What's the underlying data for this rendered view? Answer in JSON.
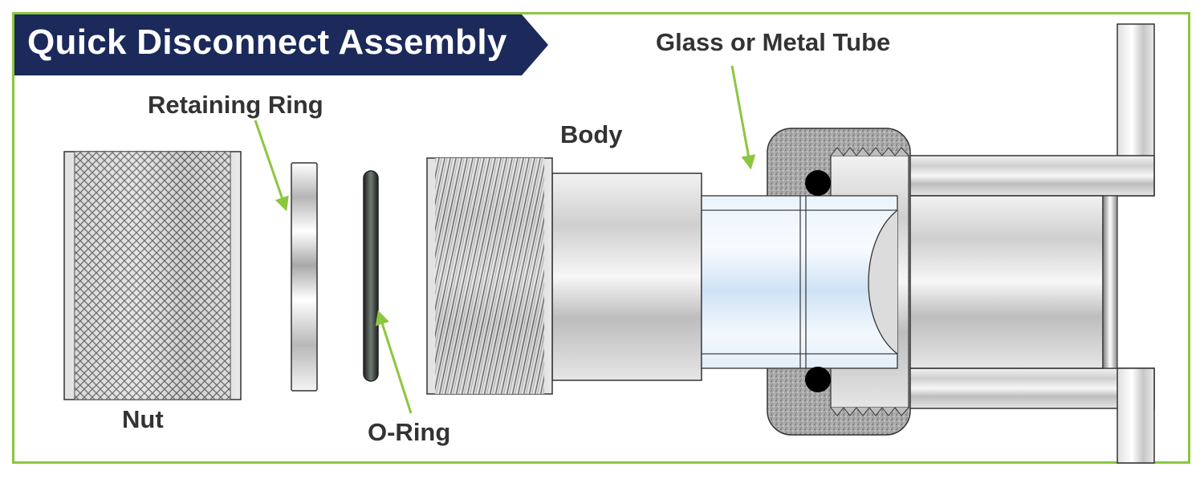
{
  "title": "Quick Disconnect Assembly",
  "labels": {
    "retaining_ring": "Retaining Ring",
    "body": "Body",
    "glass_tube": "Glass or Metal Tube",
    "nut": "Nut",
    "o_ring": "O-Ring"
  },
  "colors": {
    "frame": "#8cc63f",
    "banner": "#1b2a5a",
    "arrow": "#8cc63f",
    "label_text": "#333333"
  }
}
